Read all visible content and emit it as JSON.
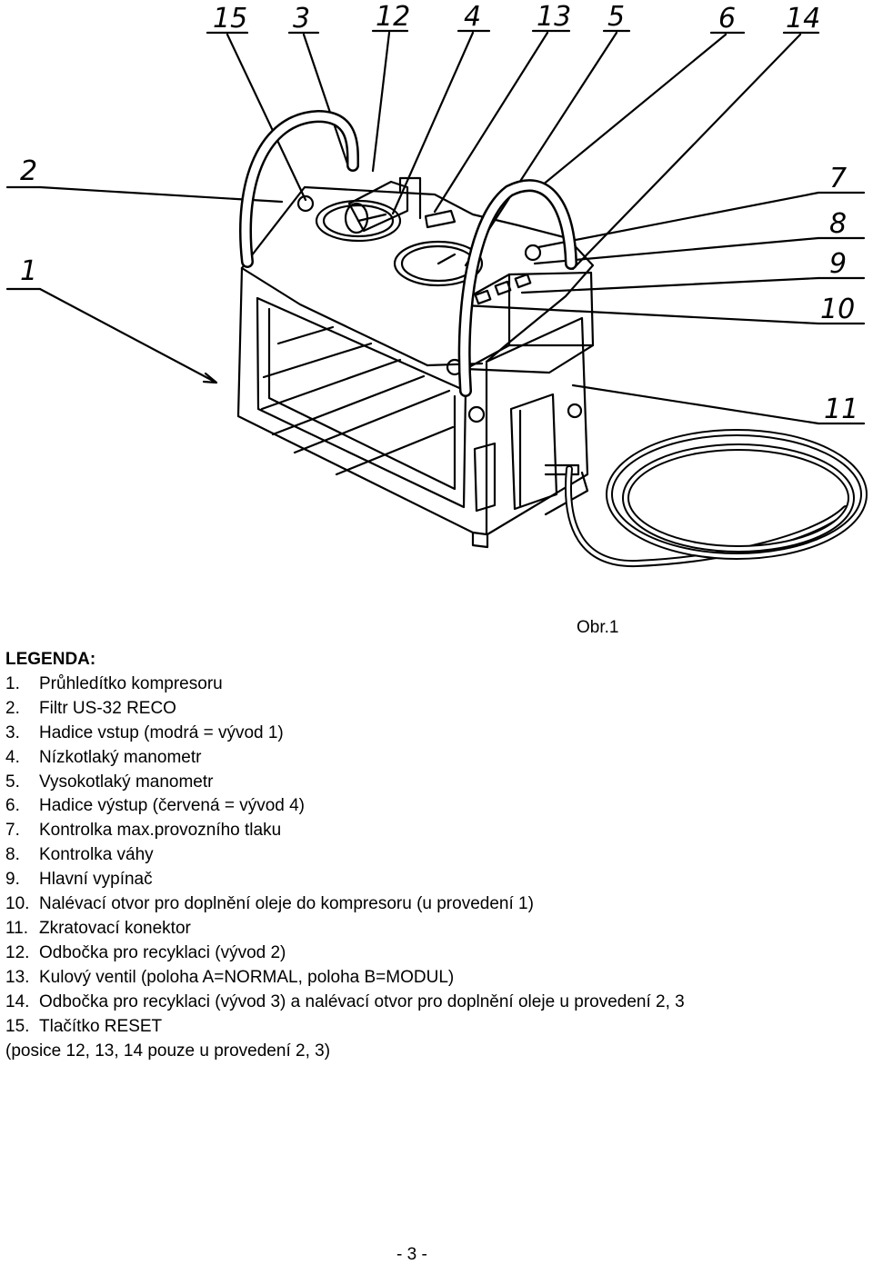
{
  "figure": {
    "callouts": [
      "15",
      "3",
      "12",
      "4",
      "13",
      "5",
      "6",
      "14",
      "2",
      "1",
      "7",
      "8",
      "9",
      "10",
      "11"
    ],
    "caption": "Obr.1"
  },
  "legend": {
    "title": "LEGENDA:",
    "items": [
      {
        "num": "1.",
        "text": "Průhledítko kompresoru"
      },
      {
        "num": "2.",
        "text": "Filtr US-32 RECO"
      },
      {
        "num": "3.",
        "text": "Hadice vstup (modrá = vývod 1)"
      },
      {
        "num": "4.",
        "text": "Nízkotlaký manometr"
      },
      {
        "num": "5.",
        "text": "Vysokotlaký manometr"
      },
      {
        "num": "6.",
        "text": "Hadice výstup (červená = vývod 4)"
      },
      {
        "num": "7.",
        "text": "Kontrolka max.provozního tlaku"
      },
      {
        "num": "8.",
        "text": "Kontrolka váhy"
      },
      {
        "num": "9.",
        "text": "Hlavní vypínač"
      },
      {
        "num": "10.",
        "text": "Nalévací otvor pro doplnění oleje do kompresoru (u provedení 1)"
      },
      {
        "num": "11.",
        "text": "Zkratovací konektor"
      },
      {
        "num": "12.",
        "text": "Odbočka pro recyklaci (vývod 2)"
      },
      {
        "num": "13.",
        "text": "Kulový ventil (poloha A=NORMAL, poloha B=MODUL)"
      },
      {
        "num": "14.",
        "text": "Odbočka pro recyklaci (vývod 3) a nalévací otvor pro doplnění oleje u provedení 2, 3"
      },
      {
        "num": "15.",
        "text": "Tlačítko RESET"
      }
    ],
    "note": "(posice 12, 13, 14 pouze u provedení 2, 3)"
  },
  "page_number": "- 3 -"
}
